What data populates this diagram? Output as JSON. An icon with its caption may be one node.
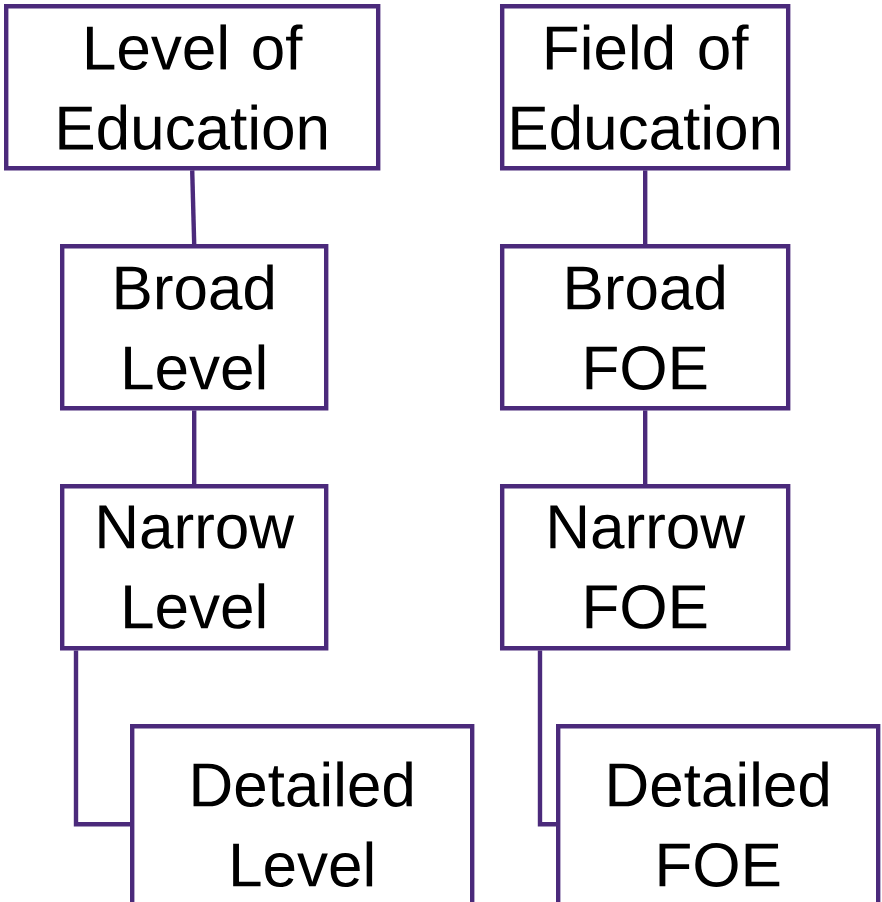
{
  "diagram": {
    "nodes": [
      {
        "text": [
          "Level of Education"
        ]
      },
      {
        "text": [
          "Broad Level"
        ]
      },
      {
        "text": [
          "Narrow Level"
        ]
      },
      {
        "text": [
          "Detailed Level"
        ]
      },
      {
        "text": [
          "Field of Education"
        ]
      },
      {
        "text": [
          "Broad FOE"
        ]
      },
      {
        "text": [
          "Narrow FOE"
        ]
      },
      {
        "text": [
          "Detailed FOE"
        ]
      }
    ],
    "edges": [
      {
        "from": 0,
        "to": 1,
        "arrow": "none"
      },
      {
        "from": 1,
        "to": 2,
        "arrow": "none"
      },
      {
        "from": 2,
        "to": 3,
        "arrow": "none"
      },
      {
        "from": 4,
        "to": 5,
        "arrow": "none"
      },
      {
        "from": 5,
        "to": 6,
        "arrow": "none"
      },
      {
        "from": 6,
        "to": 7,
        "arrow": "none"
      }
    ]
  }
}
